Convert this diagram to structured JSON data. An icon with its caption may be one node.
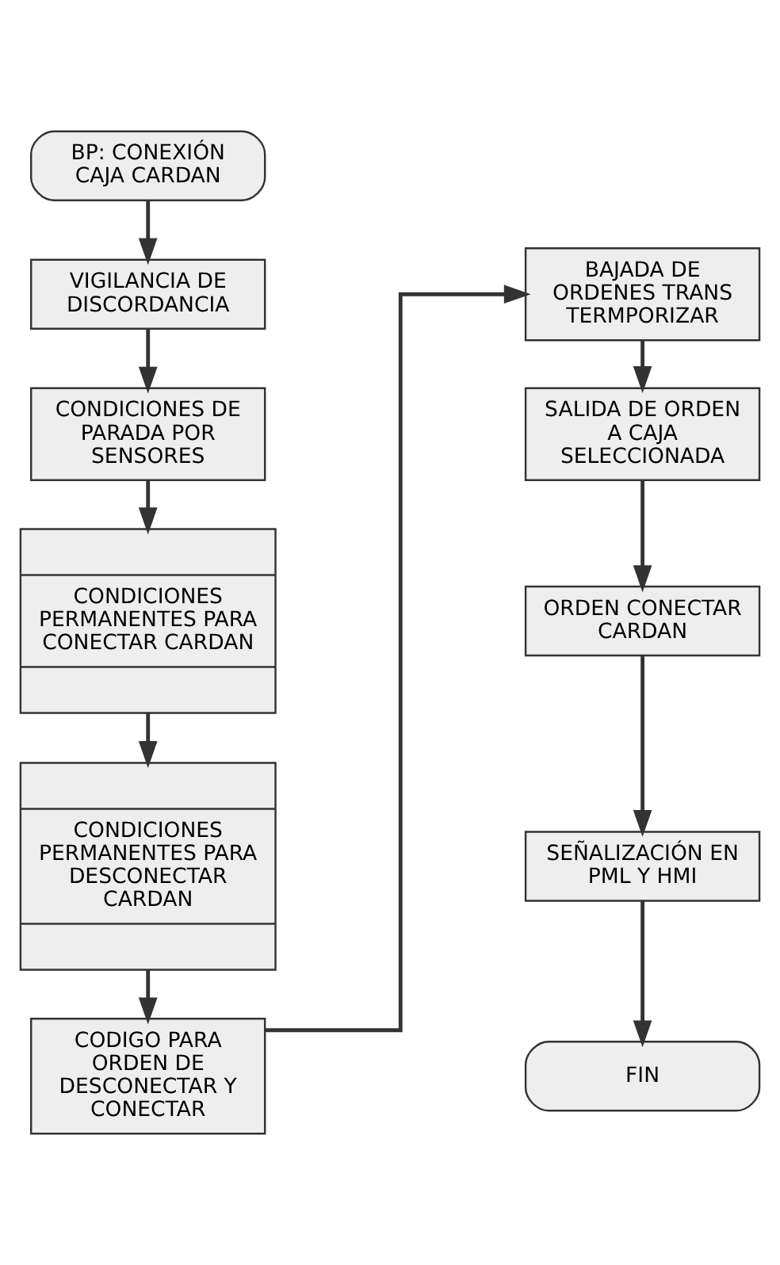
{
  "diagram": {
    "nodes": [
      {
        "text": [
          "BP: CONEXIÓN CAJA CARDAN"
        ]
      },
      {
        "text": [
          "VIGILANCIA DE DISCORDANCIA"
        ]
      },
      {
        "text": [
          "CONDICIONES DE PARADA POR SENSORES"
        ]
      },
      {
        "text": [
          "CONDICIONES PERMANENTES PARA CONECTAR CARDAN"
        ]
      },
      {
        "text": [
          "CONDICIONES PERMANENTES PARA DESCONECTAR CARDAN"
        ]
      },
      {
        "text": [
          "CODIGO PARA ORDEN DE DESCONECTAR Y CONECTAR"
        ]
      },
      {
        "text": [
          "BAJADA DE ORDENES TRANS TERMPORIZAR"
        ]
      },
      {
        "text": [
          "SALIDA DE ORDEN A CAJA SELECCIONADA"
        ]
      },
      {
        "text": [
          "ORDEN CONECTAR CARDAN"
        ]
      },
      {
        "text": [
          "SEÑALIZACIÓN EN PML Y HMI"
        ]
      },
      {
        "text": [
          "FIN"
        ]
      }
    ],
    "edges": [
      {
        "from": 0,
        "to": 1,
        "arrow": "to"
      },
      {
        "from": 1,
        "to": 2,
        "arrow": "to"
      },
      {
        "from": 2,
        "to": 3,
        "arrow": "to"
      },
      {
        "from": 3,
        "to": 4,
        "arrow": "to"
      },
      {
        "from": 4,
        "to": 5,
        "arrow": "to"
      },
      {
        "from": 5,
        "to": 6,
        "arrow": "to"
      },
      {
        "from": 6,
        "to": 7,
        "arrow": "to"
      },
      {
        "from": 7,
        "to": 8,
        "arrow": "to"
      },
      {
        "from": 8,
        "to": 9,
        "arrow": "to"
      },
      {
        "from": 9,
        "to": 10,
        "arrow": "to"
      }
    ]
  }
}
